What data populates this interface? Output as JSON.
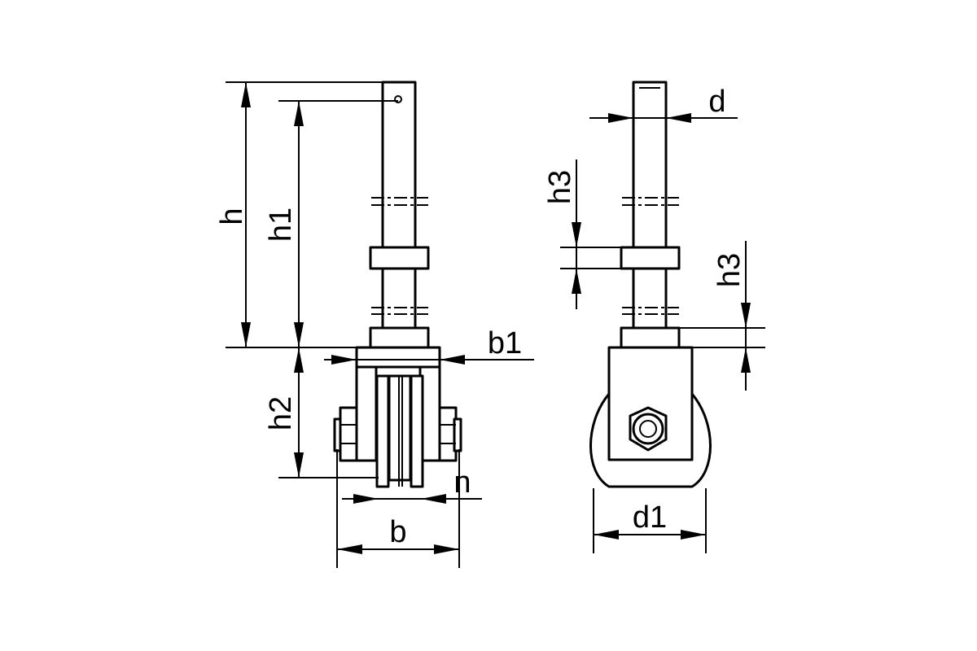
{
  "drawing": {
    "labels": {
      "h": "h",
      "h1": "h1",
      "h2": "h2",
      "h3_upper": "h3",
      "h3_lower": "h3",
      "b": "b",
      "b1": "b1",
      "n": "n",
      "d": "d",
      "d1": "d1"
    }
  }
}
